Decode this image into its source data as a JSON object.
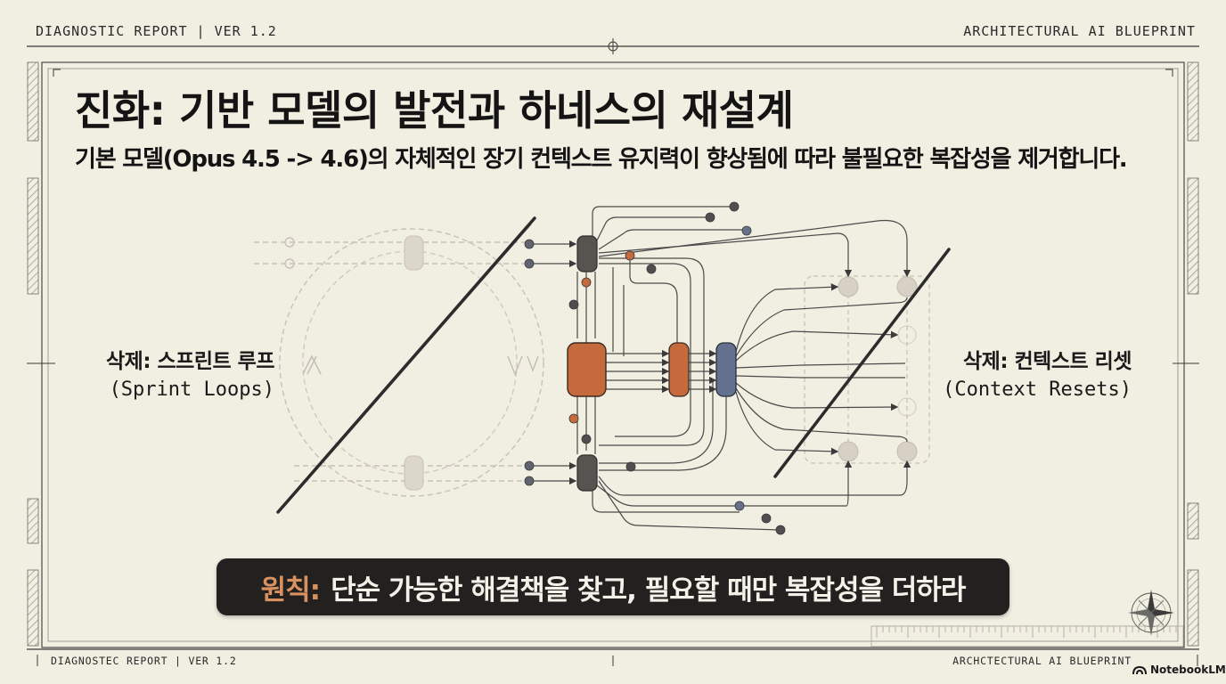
{
  "header": {
    "left": "DIAGNOSTIC REPORT | VER 1.2",
    "right": "ARCHITECTURAL AI BLUEPRINT"
  },
  "footer": {
    "left": "DIAGNOSTEC REPORT | VER 1.2",
    "right": "ARCHCTECTURAL AI BLUEPRINT",
    "logo": "NotebookLM"
  },
  "title": "진화: 기반 모델의 발전과 하네스의 재설계",
  "subtitle": "기본 모델(Opus 4.5 -> 4.6)의 자체적인 장기 컨텍스트 유지력이 향상됨에 따라 불필요한 복잡성을 제거합니다.",
  "diagram": {
    "left_label": {
      "ko": "삭제: 스프린트 루프",
      "en": "(Sprint Loops)"
    },
    "right_label": {
      "ko": "삭제: 컨텍스트 리셋",
      "en": "(Context Resets)"
    }
  },
  "principle": {
    "accent": "원칙:",
    "text": "단순 가능한 해결책을 찾고, 필요할 때만 복잡성을 더하라"
  },
  "colors": {
    "background": "#f1eee2",
    "ink": "#1c1c1c",
    "orange_node": "#c46a3c",
    "blue_node": "#63708e",
    "dark_node": "#555450",
    "principle_bg": "#222120",
    "principle_accent": "#d9925f"
  },
  "icons": [
    "compass-rose-icon",
    "notebooklm-logo-icon"
  ]
}
